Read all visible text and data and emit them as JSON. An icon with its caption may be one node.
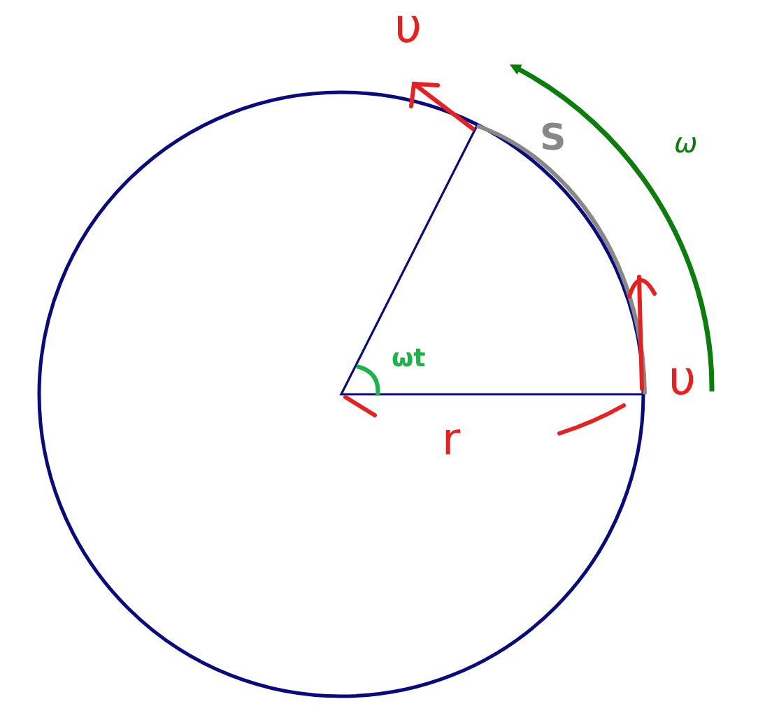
{
  "diagram": {
    "labels": [
      "υ",
      "S",
      "ω",
      "ωt",
      "υ",
      "r"
    ]
  }
}
